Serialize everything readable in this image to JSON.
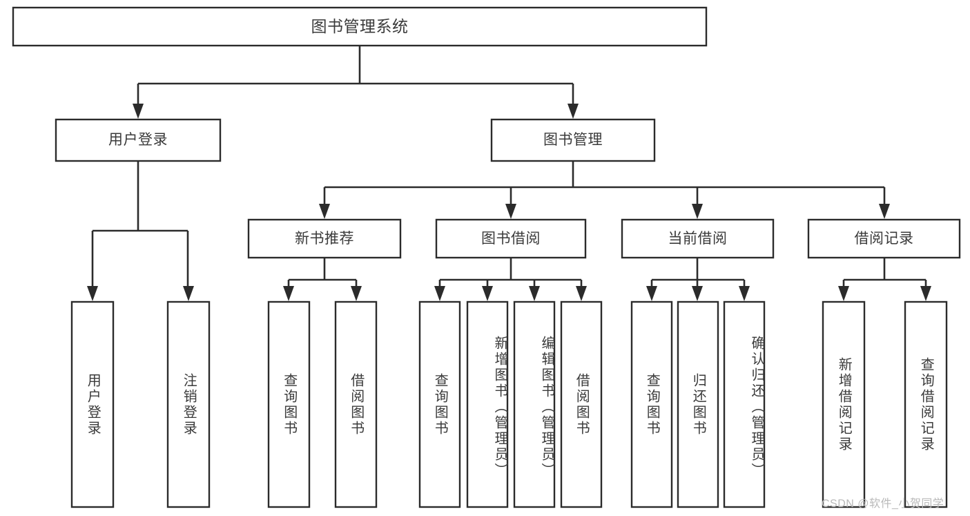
{
  "diagram": {
    "title": "图书管理系统",
    "type": "tree-hierarchy-chart",
    "colors": {
      "box_stroke": "#2b2b2b",
      "box_fill": "#ffffff",
      "text": "#3a3a3a",
      "connector": "#2b2b2b",
      "watermark": "#b9b9b9",
      "background": "#ffffff"
    },
    "root": {
      "label": "图书管理系统"
    },
    "level1": [
      {
        "label": "用户登录"
      },
      {
        "label": "图书管理"
      }
    ],
    "level2": [
      {
        "label": "新书推荐"
      },
      {
        "label": "图书借阅"
      },
      {
        "label": "当前借阅"
      },
      {
        "label": "借阅记录"
      }
    ],
    "leaves_user_login": [
      {
        "label": "用户登录"
      },
      {
        "label": "注销登录"
      }
    ],
    "leaves_new_book": [
      {
        "label": "查询图书"
      },
      {
        "label": "借阅图书"
      }
    ],
    "leaves_borrow": [
      {
        "label": "查询图书"
      },
      {
        "label": "新增图书（管理员）"
      },
      {
        "label": "编辑图书（管理员）"
      },
      {
        "label": "借阅图书"
      }
    ],
    "leaves_current": [
      {
        "label": "查询图书"
      },
      {
        "label": "归还图书"
      },
      {
        "label": "确认归还（管理员）"
      }
    ],
    "leaves_records": [
      {
        "label": "新增借阅记录"
      },
      {
        "label": "查询借阅记录"
      }
    ]
  },
  "watermark": {
    "text": "CSDN @软件_小贺同学"
  }
}
